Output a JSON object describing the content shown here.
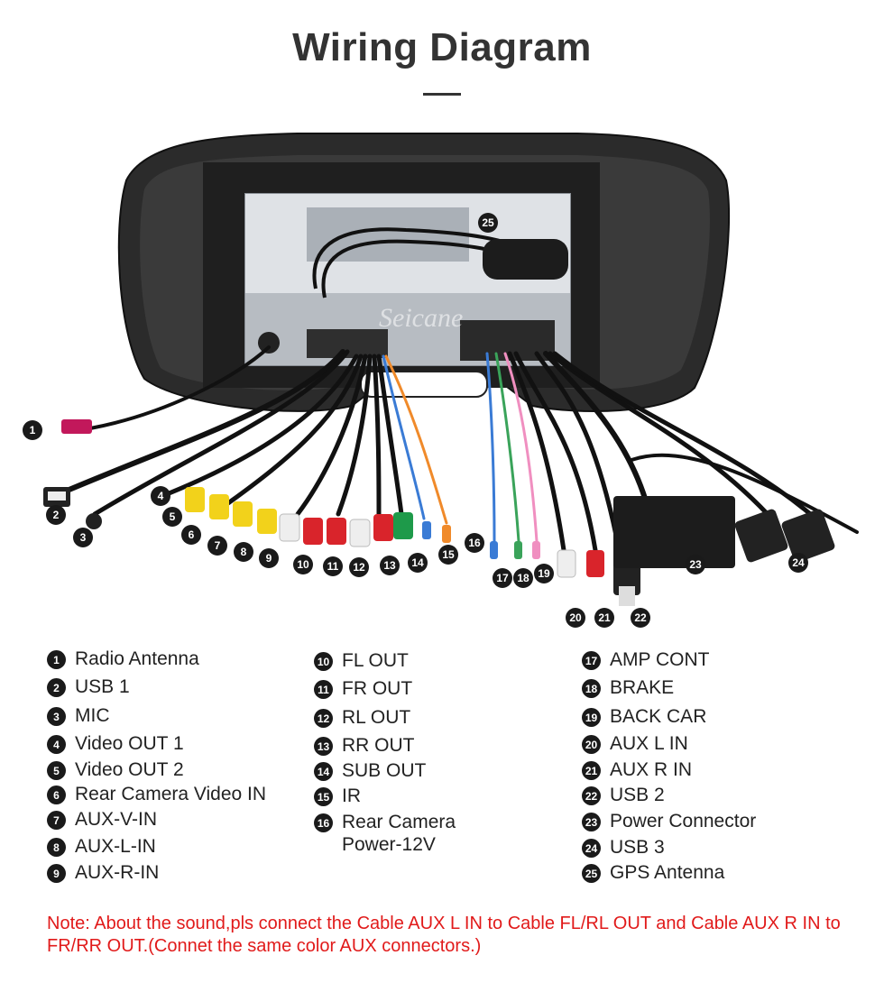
{
  "title": "Wiring Diagram",
  "watermark": "Seicane",
  "callouts": [
    "1",
    "2",
    "3",
    "4",
    "5",
    "6",
    "7",
    "8",
    "9",
    "10",
    "11",
    "12",
    "13",
    "14",
    "15",
    "16",
    "17",
    "18",
    "19",
    "20",
    "21",
    "22",
    "23",
    "24",
    "25"
  ],
  "legend": {
    "col1": [
      {
        "num": "1",
        "label": "Radio Antenna"
      },
      {
        "num": "2",
        "label": "USB 1"
      },
      {
        "num": "3",
        "label": "MIC"
      },
      {
        "num": "4",
        "label": "Video OUT 1"
      },
      {
        "num": "5",
        "label": "Video OUT 2"
      },
      {
        "num": "6",
        "label": "Rear Camera Video IN"
      },
      {
        "num": "7",
        "label": "AUX-V-IN"
      },
      {
        "num": "8",
        "label": "AUX-L-IN"
      },
      {
        "num": "9",
        "label": "AUX-R-IN"
      }
    ],
    "col2": [
      {
        "num": "10",
        "label": "FL OUT"
      },
      {
        "num": "11",
        "label": "FR OUT"
      },
      {
        "num": "12",
        "label": "RL OUT"
      },
      {
        "num": "13",
        "label": "RR OUT"
      },
      {
        "num": "14",
        "label": "SUB OUT"
      },
      {
        "num": "15",
        "label": "IR"
      },
      {
        "num": "16",
        "label": "Rear Camera Power-12V"
      }
    ],
    "col3": [
      {
        "num": "17",
        "label": "AMP CONT"
      },
      {
        "num": "18",
        "label": "BRAKE"
      },
      {
        "num": "19",
        "label": "BACK CAR"
      },
      {
        "num": "20",
        "label": "AUX L IN"
      },
      {
        "num": "21",
        "label": "AUX R IN"
      },
      {
        "num": "22",
        "label": "USB 2"
      },
      {
        "num": "23",
        "label": "Power Connector"
      },
      {
        "num": "24",
        "label": "USB 3"
      },
      {
        "num": "25",
        "label": "GPS Antenna"
      }
    ]
  },
  "note": "Note: About the sound,pls connect the Cable AUX L IN to Cable FL/RL OUT and Cable AUX R IN to  FR/RR OUT.(Connet the same color AUX connectors.)",
  "colors": {
    "text": "#222222",
    "badge": "#1a1a1a",
    "note": "#e11a1a",
    "rca_yellow": "#f2d21b",
    "rca_red": "#d9242b",
    "rca_white": "#eeeeee",
    "rca_green": "#1e9a4a",
    "wire_blue": "#3a7bd5",
    "wire_green": "#3aa35a",
    "wire_pink": "#f08fc0",
    "wire_orange": "#f08a2a"
  }
}
